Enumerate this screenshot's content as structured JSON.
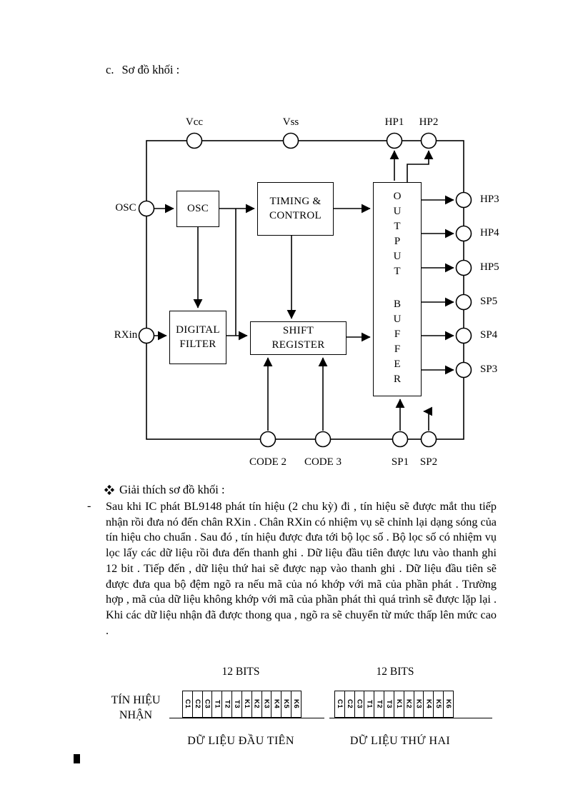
{
  "document": {
    "heading_prefix": "c.",
    "heading": "Sơ đồ khối :"
  },
  "diagram": {
    "pins": {
      "vcc": "Vcc",
      "vss": "Vss",
      "hp1": "HP1",
      "hp2": "HP2",
      "osc": "OSC",
      "rxin": "RXin",
      "hp3": "HP3",
      "hp4": "HP4",
      "hp5": "HP5",
      "sp5": "SP5",
      "sp4": "SP4",
      "sp3": "SP3",
      "code2": "CODE 2",
      "code3": "CODE 3",
      "sp1": "SP1",
      "sp2": "SP2"
    },
    "blocks": {
      "osc": "OSC",
      "timing_line1": "TIMING &",
      "timing_line2": "CONTROL",
      "buffer_word1": "OUTPUT",
      "buffer_word2": "BUFFER",
      "digital_line1": "DIGITAL",
      "digital_line2": "FILTER",
      "shift_line1": "SHIFT",
      "shift_line2": "REGISTER"
    }
  },
  "explanation": {
    "bullet_icon": "diamond-cluster",
    "heading": "Giải thích sơ đồ khối :",
    "list_marker": "-",
    "paragraph": "Sau khi IC phát BL9148 phát tín hiệu (2 chu kỳ) đi , tín hiệu sẽ được mắt thu tiếp nhận rồi đưa nó đến chân RXin . Chân RXin có nhiệm vụ sẽ chỉnh lại dạng sóng của tín hiệu cho chuẩn . Sau đó , tín hiệu được đưa tới bộ lọc số . Bộ lọc số có nhiệm vụ lọc lấy các dữ liệu rồi đưa đến thanh ghi . Dữ liệu đầu tiên được lưu vào thanh ghi 12 bit . Tiếp đến , dữ liệu thứ hai sẽ được nạp vào thanh ghi . Dữ liệu đầu tiên sẽ được đưa qua bộ đệm ngõ ra nếu mã của nó khớp với mã của phần phát . Trường hợp , mã của dữ liệu không khớp với mã của phần phát thì quá trình sẽ được lặp lại . Khi các dữ liệu nhận đã được thong qua , ngõ ra sẽ chuyển từ mức thấp lên mức cao ."
  },
  "timing": {
    "bits_label_left": "12 BITS",
    "bits_label_right": "12 BITS",
    "signal_label_line1": "TÍN HIỆU",
    "signal_label_line2": "NHẬN",
    "cells": [
      "C1",
      "C2",
      "C3",
      "T1",
      "T2",
      "T3",
      "K1",
      "K2",
      "K3",
      "K4",
      "K5",
      "K6"
    ],
    "caption_left": "DỮ LIỆU ĐẦU TIÊN",
    "caption_right": "DỮ LIỆU THỨ HAI"
  }
}
